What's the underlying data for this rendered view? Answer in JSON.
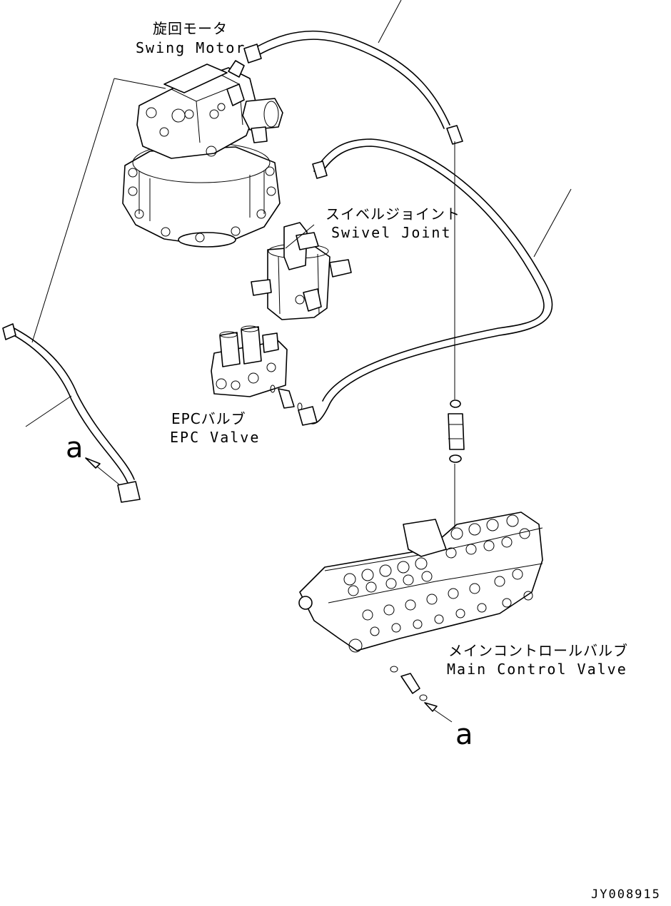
{
  "labels": {
    "swing_motor_ja": "旋回モータ",
    "swing_motor_en": "Swing Motor",
    "swivel_joint_ja": "スイベルジョイント",
    "swivel_joint_en": "Swivel Joint",
    "epc_valve_ja": "EPCバルブ",
    "epc_valve_en": "EPC Valve",
    "main_control_valve_ja": "メインコントロールバルブ",
    "main_control_valve_en": "Main Control Valve"
  },
  "callouts": {
    "left": "a",
    "right": "a"
  },
  "drawing_code": "JY008915"
}
